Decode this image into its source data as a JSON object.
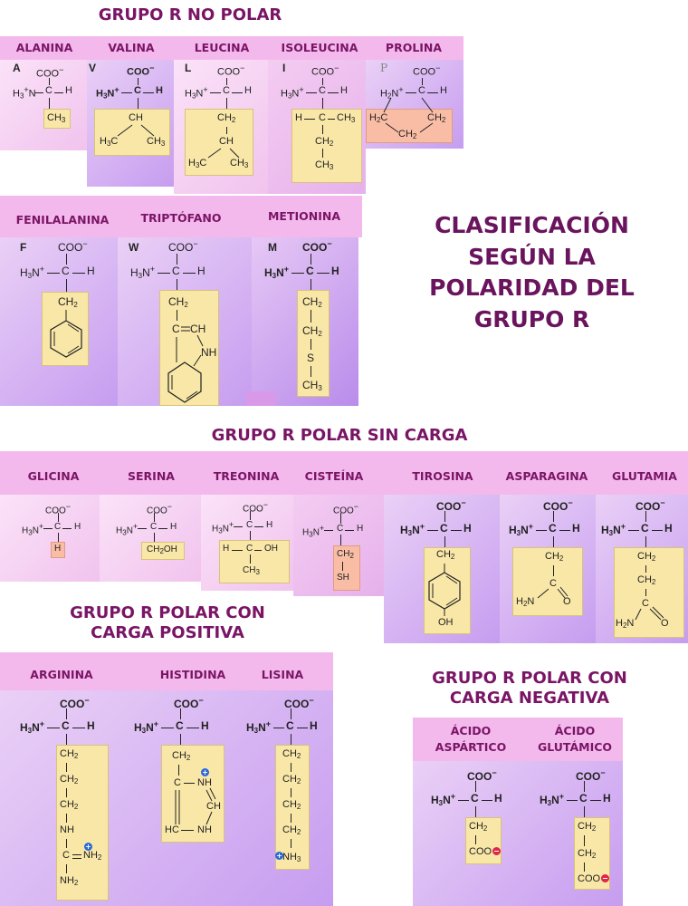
{
  "main_title": [
    "CLASIFICACIÓN",
    "SEGÚN LA",
    "POLARIDAD DEL",
    "GRUPO R"
  ],
  "sections": {
    "nonpolar": {
      "heading": "GRUPO R NO POLAR",
      "row1": [
        "ALANINA",
        "VALINA",
        "LEUCINA",
        "ISOLEUCINA",
        "PROLINA"
      ],
      "row2": [
        "FENILALANINA",
        "TRIPTÓFANO",
        "METIONINA"
      ]
    },
    "polar_uncharged": {
      "heading": "GRUPO R POLAR SIN CARGA",
      "labels": [
        "GLICINA",
        "SERINA",
        "TREONINA",
        "CISTEÍNA",
        "TIROSINA",
        "ASPARAGINA",
        "GLUTAMIA"
      ]
    },
    "polar_positive": {
      "heading_line1": "GRUPO R POLAR CON",
      "heading_line2": "CARGA POSITIVA",
      "labels": [
        "ARGININA",
        "HISTIDINA",
        "LISINA"
      ]
    },
    "polar_negative": {
      "heading_line1": "GRUPO R POLAR CON",
      "heading_line2": "CARGA NEGATIVA",
      "labels": [
        [
          "ÁCIDO",
          "ASPÁRTICO"
        ],
        [
          "ÁCIDO",
          "GLUTÁMICO"
        ]
      ]
    }
  },
  "one_letter_codes": [
    "A",
    "V",
    "L",
    "I",
    "P",
    "F",
    "W",
    "M"
  ],
  "colors": {
    "title": "#6a145e",
    "label_bar": "#f4b9ec",
    "r_group_box": "#f9e7a8",
    "proline_box": "#f9bda6",
    "positive_charge": "#2a68d8",
    "negative_charge": "#e0244a"
  }
}
